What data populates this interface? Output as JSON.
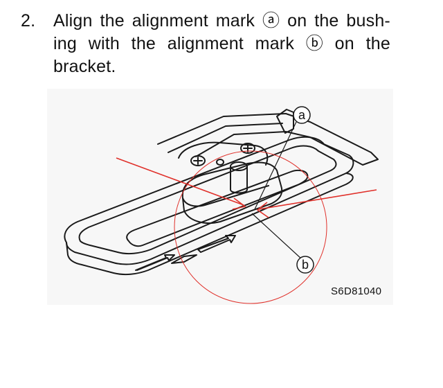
{
  "step": {
    "number": "2.",
    "line1_words": [
      "Align",
      "the",
      "alignment",
      "mark",
      "ⓐ",
      "on",
      "the",
      "bush-"
    ],
    "line2_words": [
      "ing",
      "with",
      "the",
      "alignment",
      "mark",
      "ⓑ",
      "on",
      "the"
    ],
    "line3": "bracket."
  },
  "figure": {
    "callout_a": "a",
    "callout_b": "b",
    "code": "S6D81040"
  },
  "colors": {
    "text": "#111111",
    "annotation_red": "#e0302a",
    "figure_bg": "#f7f7f7"
  }
}
